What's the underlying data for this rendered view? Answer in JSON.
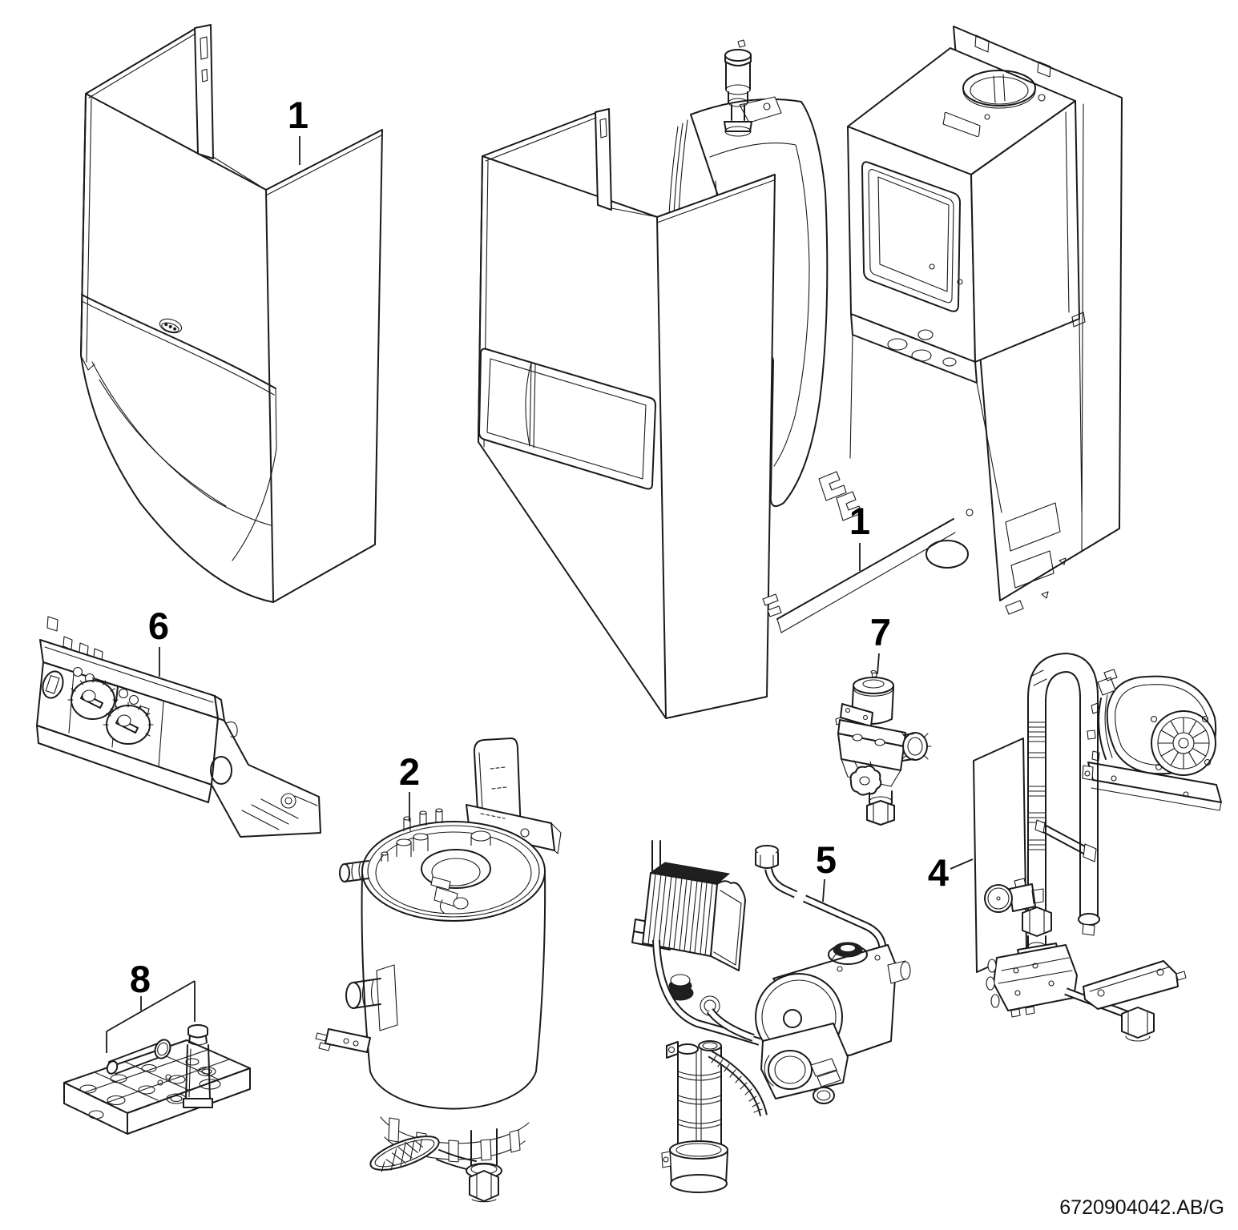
{
  "diagram": {
    "type": "exploded-parts-diagram",
    "document_code": "6720904042.AB/G",
    "callouts": [
      {
        "label": "1",
        "part": "outer-casing-left"
      },
      {
        "label": "1",
        "part": "inner-chassis"
      },
      {
        "label": "2",
        "part": "heat-exchanger-tank"
      },
      {
        "label": "4",
        "part": "fan-and-pipework-assembly"
      },
      {
        "label": "5",
        "part": "pump-and-plate-heat-exchanger"
      },
      {
        "label": "6",
        "part": "control-panel"
      },
      {
        "label": "7",
        "part": "gas-valve"
      },
      {
        "label": "8",
        "part": "gasket-service-kit"
      }
    ]
  }
}
